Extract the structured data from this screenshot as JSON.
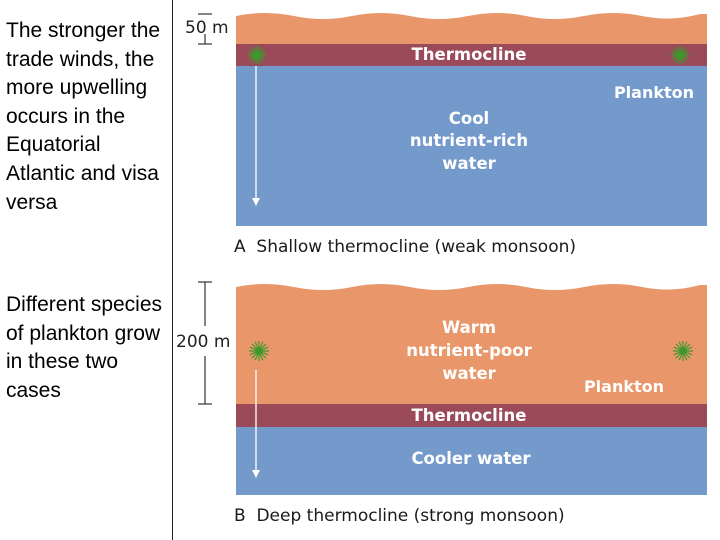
{
  "left_text": {
    "paragraph_1": "The stronger the trade winds, the more upwelling occurs in the Equatorial Atlantic and visa versa",
    "paragraph_2": "Different species of plankton grow in these two cases"
  },
  "panel_a": {
    "depth_label": "50 m",
    "thermocline_label": "Thermocline",
    "plankton_label": "Plankton",
    "water_label_lines": [
      "Cool",
      "nutrient-rich",
      "water"
    ],
    "caption": "A  Shallow thermocline (weak monsoon)"
  },
  "panel_b": {
    "depth_label": "200 m",
    "warm_water_label_lines": [
      "Warm",
      "nutrient-poor",
      "water"
    ],
    "plankton_label": "Plankton",
    "thermocline_label": "Thermocline",
    "cool_water_label": "Cooler water",
    "caption": "B  Deep thermocline (strong monsoon)"
  },
  "colors": {
    "warm_layer": "#E9966A",
    "thermocline": "#9B4A5A",
    "cool_layer": "#749ACC",
    "plankton": "#3C9A2A",
    "text_on_color": "#ffffff",
    "caption_text": "#1a1a1a"
  }
}
